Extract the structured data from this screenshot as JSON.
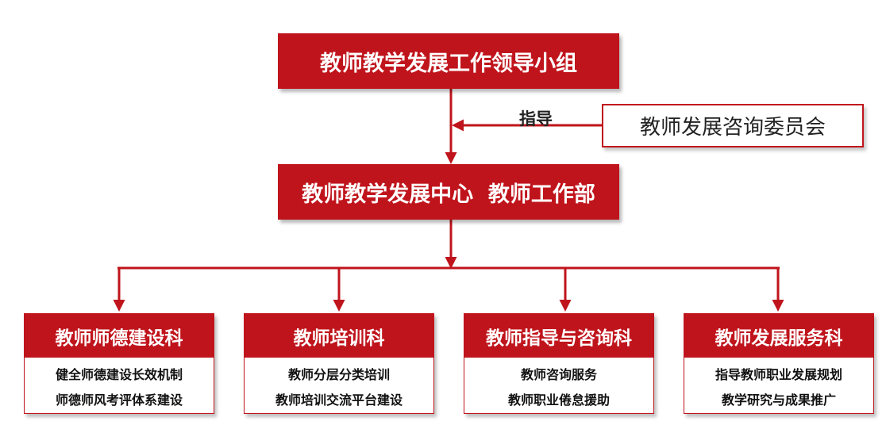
{
  "top": {
    "title": "教师教学发展工作领导小组"
  },
  "advisory": {
    "label": "指导",
    "committee": "教师发展咨询委员会"
  },
  "center": {
    "title": "教师教学发展中心  教师工作部"
  },
  "departments": [
    {
      "name": "教师师德建设科",
      "duties": [
        "健全师德建设长效机制",
        "师德师风考评体系建设"
      ]
    },
    {
      "name": "教师培训科",
      "duties": [
        "教师分层分类培训",
        "教师培训交流平台建设"
      ]
    },
    {
      "name": "教师指导与咨询科",
      "duties": [
        "教师咨询服务",
        "教师职业倦怠援助"
      ]
    },
    {
      "name": "教师发展服务科",
      "duties": [
        "指导教师职业发展规划",
        "教学研究与成果推广"
      ]
    }
  ],
  "colors": {
    "accent": "#c0141c",
    "text": "#111111",
    "background": "#ffffff"
  }
}
